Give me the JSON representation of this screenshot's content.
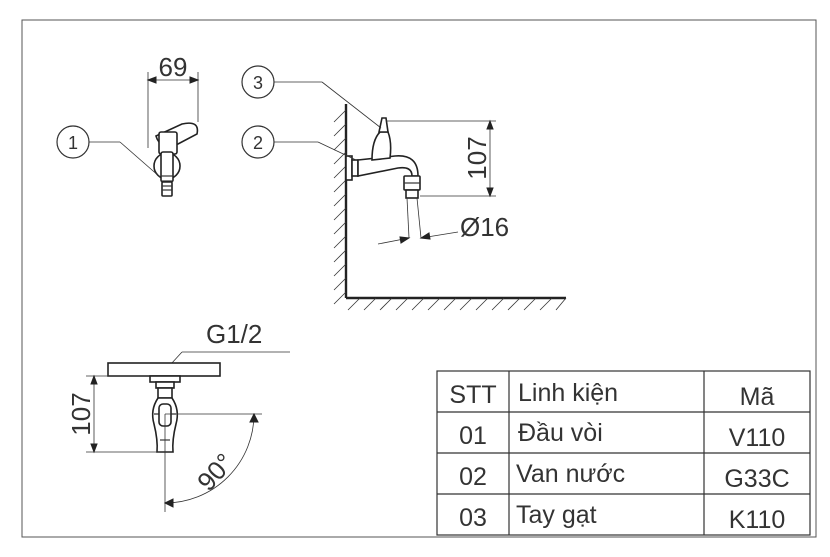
{
  "callouts": [
    {
      "number": "1"
    },
    {
      "number": "2"
    },
    {
      "number": "3"
    }
  ],
  "dimensions": {
    "width_top": "69",
    "height_side": "107",
    "diameter": "Ø16",
    "thread": "G1/2",
    "height_front": "107",
    "angle": "90°"
  },
  "parts_table": {
    "headers": [
      "STT",
      "Linh kiện",
      "Mã"
    ],
    "rows": [
      [
        "01",
        "Đầu vòi",
        "V110"
      ],
      [
        "02",
        "Van nước",
        "G33C"
      ],
      [
        "03",
        "Tay gạt",
        "K110"
      ]
    ]
  }
}
